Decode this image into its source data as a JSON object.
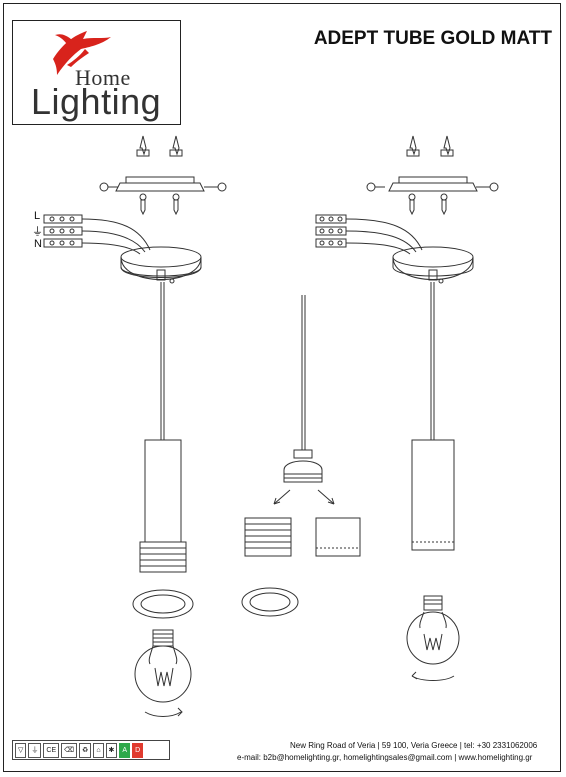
{
  "header": {
    "title": "ADEPT TUBE GOLD MATT",
    "logo": {
      "home": "Home",
      "lighting": "Lighting",
      "accent_color": "#d8231c"
    }
  },
  "wiring_labels": {
    "live": "L",
    "earth": "⏚",
    "neutral": "N"
  },
  "footer": {
    "address_line": "New Ring Road of Veria | 59 100, Veria Greece | tel: +30 2331062006",
    "contact_line": "e-mail: b2b@homelighting.gr, homelightingsales@gmail.com | www.homelighting.gr"
  },
  "certifications": {
    "icons": [
      "voltage-icon",
      "earth-icon",
      "ce-mark-icon",
      "weee-icon",
      "recycle-icon",
      "indoor-icon",
      "bulb-icon"
    ],
    "ce": "CE",
    "energy_low": "A",
    "energy_high": "D",
    "energy_low_color": "#2ea84a",
    "energy_high_color": "#e03a2e"
  }
}
